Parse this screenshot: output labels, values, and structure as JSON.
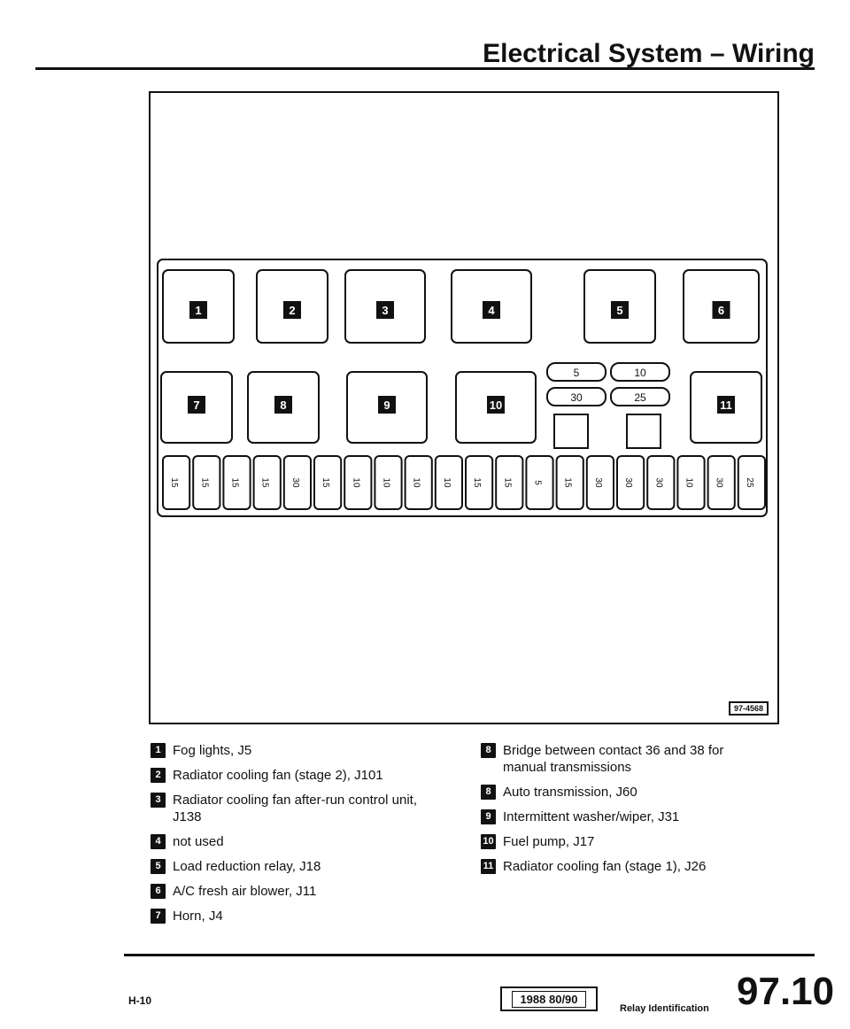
{
  "header": {
    "title": "Electrical System – Wiring"
  },
  "figure": {
    "reference": "97-4568",
    "relays_top": [
      "1",
      "2",
      "3",
      "4",
      "5",
      "6"
    ],
    "relays_bottom": [
      "7",
      "8",
      "9",
      "10",
      "11"
    ],
    "small_fuses": [
      "5",
      "10",
      "30",
      "25"
    ],
    "fuses": [
      "15",
      "15",
      "15",
      "15",
      "30",
      "15",
      "10",
      "10",
      "10",
      "10",
      "15",
      "15",
      "5",
      "15",
      "30",
      "30",
      "30",
      "10",
      "30",
      "25"
    ]
  },
  "legend": {
    "left": [
      {
        "num": "1",
        "text": "Fog lights, J5"
      },
      {
        "num": "2",
        "text": "Radiator cooling fan (stage 2), J101"
      },
      {
        "num": "3",
        "text": "Radiator cooling fan after-run control unit, J138"
      },
      {
        "num": "4",
        "text": "not used"
      },
      {
        "num": "5",
        "text": "Load reduction relay, J18"
      },
      {
        "num": "6",
        "text": "A/C fresh air blower, J11"
      },
      {
        "num": "7",
        "text": "Horn, J4"
      }
    ],
    "right": [
      {
        "num": "8",
        "text": "Bridge between contact 36 and 38 for manual transmissions"
      },
      {
        "num": "8",
        "text": "Auto transmission, J60"
      },
      {
        "num": "9",
        "text": "Intermittent washer/wiper, J31"
      },
      {
        "num": "10",
        "text": "Fuel pump, J17"
      },
      {
        "num": "11",
        "text": "Radiator cooling fan (stage 1), J26"
      }
    ]
  },
  "footer": {
    "page_label": "H-10",
    "edition": "1988 80/90",
    "section": "Relay Identification",
    "page_number": "97.10"
  }
}
